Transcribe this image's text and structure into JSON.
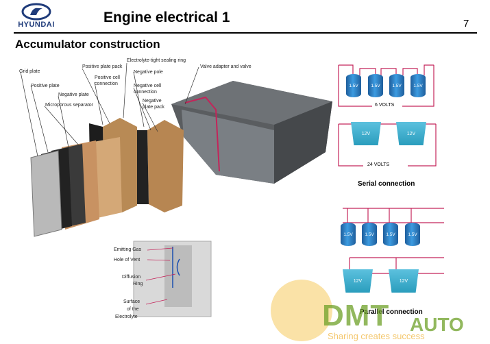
{
  "header": {
    "brand": "HYUNDAI",
    "title": "Engine electrical 1",
    "page_number": "7"
  },
  "section_title": "Accumulator construction",
  "battery_labels": {
    "grid_plate": "Grid plate",
    "positive_plate": "Positive plate",
    "negative_plate": "Negative plate",
    "microporous_separator": "Microporous separator",
    "positive_plate_pack": "Positive plate pack",
    "positive_cell_connection_1": "Positive cell",
    "positive_cell_connection_2": "connection",
    "electrolyte_seal": "Electrolyte-tight sealing ring",
    "negative_pole": "Negative pole",
    "negative_cell_connection_1": "Negative cell",
    "negative_cell_connection_2": "connection",
    "negative_plate_pack_1": "Negative",
    "negative_plate_pack_2": "plate pack",
    "valve": "Valve adapter and valve"
  },
  "vent_labels": {
    "emitting_gas": "Emitting Gas",
    "hole_of_vent": "Hole of Vent",
    "diffusion_1": "Diffusion",
    "diffusion_2": "Ring",
    "surface_1": "Surface",
    "surface_2": "of the",
    "surface_3": "Electrolyte"
  },
  "serial": {
    "cell_label": "1.5V",
    "row1_caption": "6 VOLTS",
    "battery_label": "12V",
    "row2_caption": "24 VOLTS",
    "caption": "Serial connection"
  },
  "parallel": {
    "cell_label": "1.5V",
    "battery_label": "12V",
    "caption": "Parallel connection"
  },
  "watermark": {
    "line1": "DMT",
    "line2": "AUTO",
    "tagline": "Sharing creates success"
  },
  "colors": {
    "brand_blue": "#1f3b7a",
    "wire": "#c4245a",
    "cell_blue": "#2f82c8",
    "battery_teal": "#2a9dbd"
  }
}
